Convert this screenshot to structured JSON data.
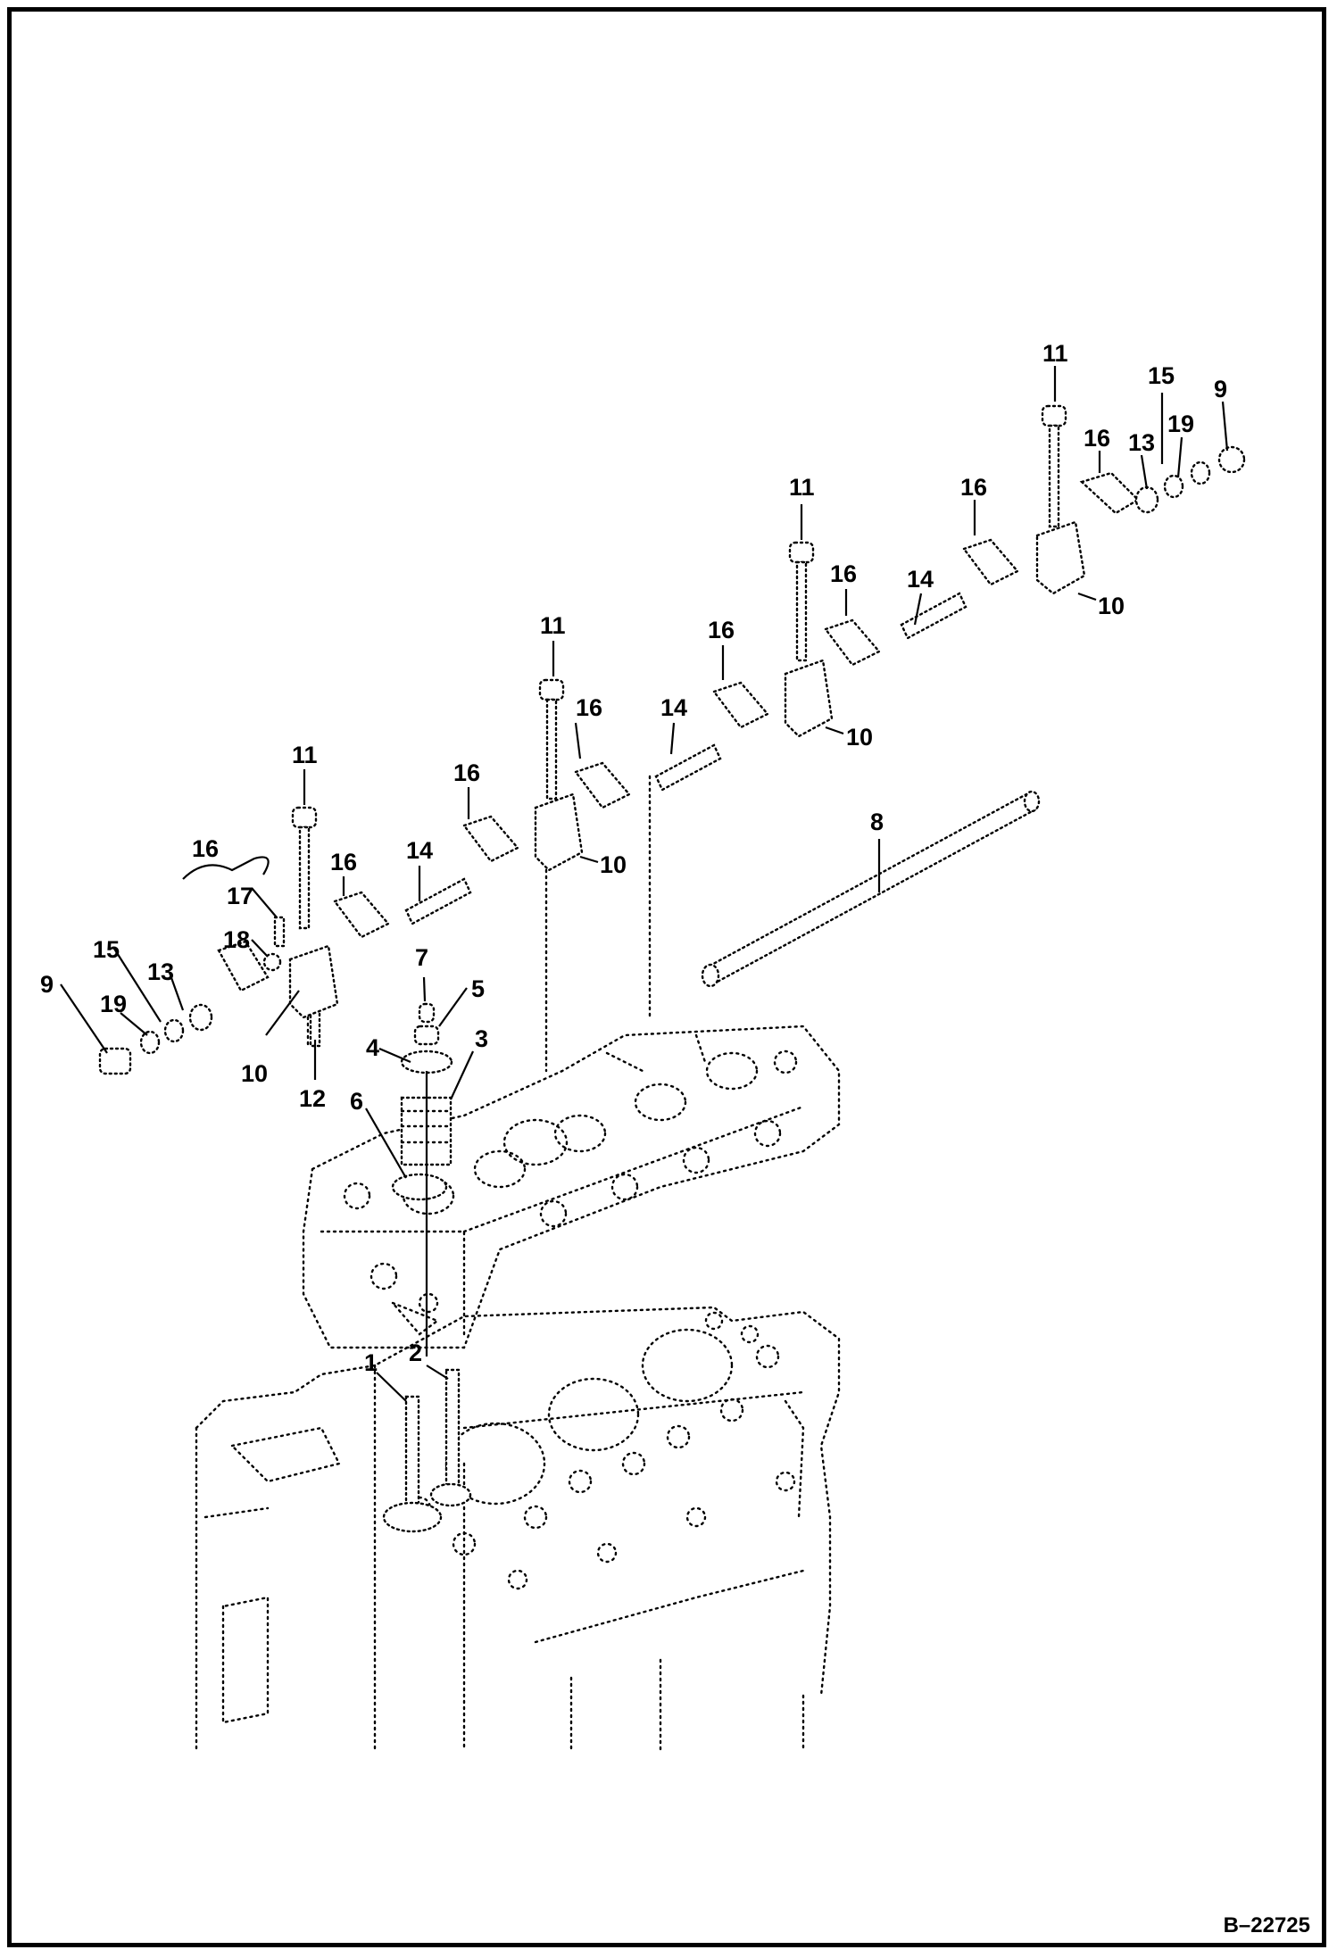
{
  "figure_ref": "B–22725",
  "callouts": [
    {
      "label": "11"
    },
    {
      "label": "15"
    },
    {
      "label": "9"
    },
    {
      "label": "16"
    },
    {
      "label": "13"
    },
    {
      "label": "19"
    },
    {
      "label": "11"
    },
    {
      "label": "16"
    },
    {
      "label": "16"
    },
    {
      "label": "14"
    },
    {
      "label": "10"
    },
    {
      "label": "11"
    },
    {
      "label": "16"
    },
    {
      "label": "16"
    },
    {
      "label": "14"
    },
    {
      "label": "10"
    },
    {
      "label": "11"
    },
    {
      "label": "16"
    },
    {
      "label": "16"
    },
    {
      "label": "14"
    },
    {
      "label": "10"
    },
    {
      "label": "16"
    },
    {
      "label": "17"
    },
    {
      "label": "18"
    },
    {
      "label": "15"
    },
    {
      "label": "13"
    },
    {
      "label": "9"
    },
    {
      "label": "19"
    },
    {
      "label": "10"
    },
    {
      "label": "12"
    },
    {
      "label": "7"
    },
    {
      "label": "5"
    },
    {
      "label": "4"
    },
    {
      "label": "3"
    },
    {
      "label": "6"
    },
    {
      "label": "8"
    },
    {
      "label": "1"
    },
    {
      "label": "2"
    }
  ]
}
